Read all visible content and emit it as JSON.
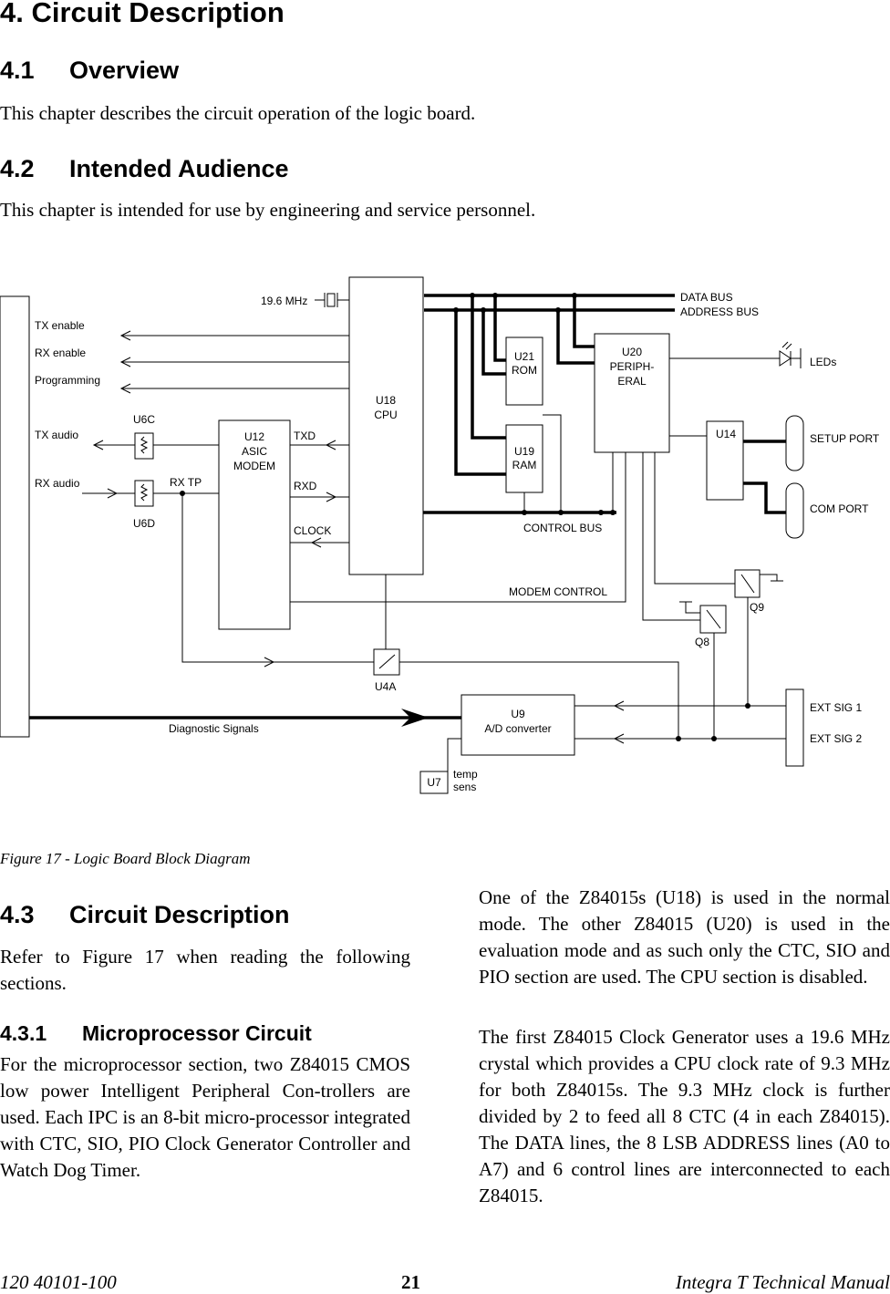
{
  "chapter_title": "4. Circuit Description",
  "sections": {
    "overview": {
      "number": "4.1",
      "title": "Overview",
      "body": "This chapter describes the circuit operation of the logic board."
    },
    "audience": {
      "number": "4.2",
      "title": "Intended Audience",
      "body": "This chapter is intended for use by engineering and service personnel."
    },
    "circuit": {
      "number": "4.3",
      "title": "Circuit Description",
      "body": "Refer to Figure 17 when reading the following sections."
    },
    "micro": {
      "number": "4.3.1",
      "title": "Microprocessor Circuit",
      "body": "For the microprocessor section, two Z84015 CMOS low power Intelligent Peripheral Con-trollers are used. Each IPC is an 8-bit micro-processor integrated with CTC, SIO, PIO Clock Generator Controller and Watch Dog Timer."
    }
  },
  "right_column": {
    "para1": "One of the Z84015s (U18) is used in the normal mode. The other Z84015 (U20) is used in the evaluation mode and as such only the CTC, SIO and PIO section are used.  The CPU section is disabled.",
    "para2": "The first Z84015 Clock Generator uses a 19.6 MHz crystal which provides a CPU clock rate of 9.3 MHz for both Z84015s. The 9.3 MHz clock is further divided by 2 to feed all 8 CTC (4 in each Z84015). The DATA lines, the 8 LSB ADDRESS lines (A0 to A7) and 6 control lines are interconnected to each Z84015."
  },
  "figure": {
    "caption": "Figure 17 - Logic Board Block Diagram",
    "labels": {
      "crystal": "19.6 MHz",
      "data_bus": "DATA BUS",
      "address_bus": "ADDRESS BUS",
      "tx_enable": "TX enable",
      "rx_enable": "RX enable",
      "programming": "Programming",
      "tx_audio": "TX audio",
      "rx_audio": "RX audio",
      "u6c": "U6C",
      "u6d": "U6D",
      "rx_tp": "RX TP",
      "u12_1": "U12",
      "u12_2": "ASIC",
      "u12_3": "MODEM",
      "txd": "TXD",
      "rxd": "RXD",
      "clock": "CLOCK",
      "u18_1": "U18",
      "u18_2": "CPU",
      "u21_1": "U21",
      "u21_2": "ROM",
      "u19_1": "U19",
      "u19_2": "RAM",
      "u20_1": "U20",
      "u20_2": "PERIPH-",
      "u20_3": "ERAL",
      "leds": "LEDs",
      "u14": "U14",
      "setup_port": "SETUP PORT",
      "com_port": "COM PORT",
      "control_bus": "CONTROL BUS",
      "modem_control": "MODEM CONTROL",
      "q9": "Q9",
      "q8": "Q8",
      "u4a": "U4A",
      "u9_1": "U9",
      "u9_2": "A/D converter",
      "diagnostic": "Diagnostic Signals",
      "ext_sig_1": "EXT SIG 1",
      "ext_sig_2": "EXT SIG 2",
      "u7": "U7",
      "temp_1": "temp",
      "temp_2": "sens"
    }
  },
  "footer": {
    "doc_number": "120 40101-100",
    "page": "21",
    "manual": "Integra T Technical Manual"
  }
}
